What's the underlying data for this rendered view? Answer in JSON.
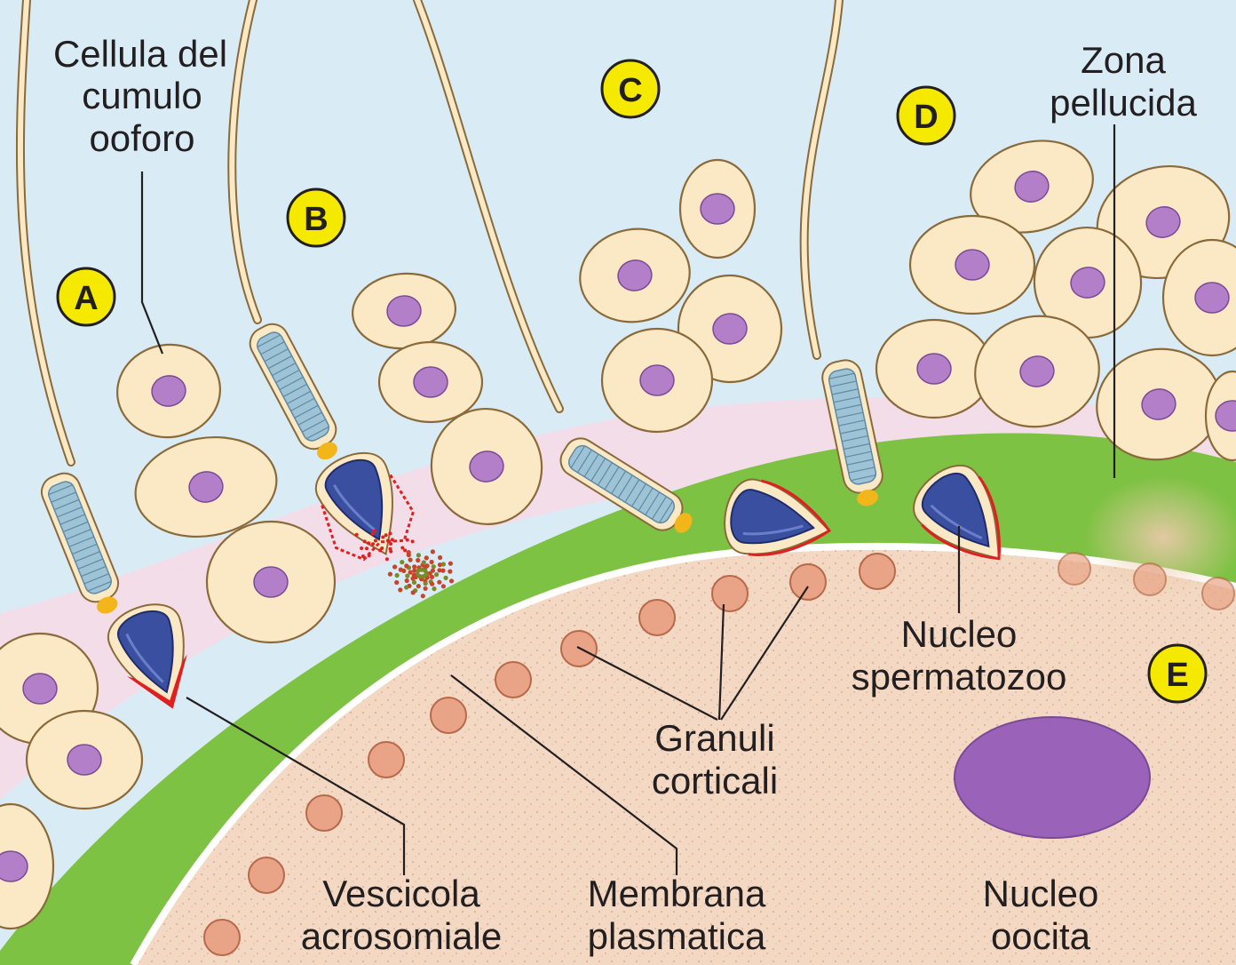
{
  "diagram": {
    "colors": {
      "background": "#d9ecf5",
      "zona_pellucida": "#7dc242",
      "oocyte": "#f3d9c3",
      "cell_fill": "#fbe9c6",
      "cell_stroke": "#8a6a3a",
      "cell_nucleus": "#b37fc8",
      "sperm_head": "#3a4fa0",
      "midpiece": "#9fc3d6",
      "acrosome_reaction": "#e02020",
      "cortical_granule": "#e9a487",
      "oocyte_nucleus": "#9a62b8",
      "badge": "#f5e900"
    },
    "stages": [
      {
        "id": "A",
        "label": "A"
      },
      {
        "id": "B",
        "label": "B"
      },
      {
        "id": "C",
        "label": "C"
      },
      {
        "id": "D",
        "label": "D"
      },
      {
        "id": "E",
        "label": "E"
      }
    ],
    "labels": {
      "cumulus_cell": [
        "Cellula del",
        "cumulo",
        "ooforo"
      ],
      "zona_pellucida": [
        "Zona",
        "pellucida"
      ],
      "sperm_nucleus": [
        "Nucleo",
        "spermatozoo"
      ],
      "cortical_granules": [
        "Granuli",
        "corticali"
      ],
      "acrosomal_vesicle": [
        "Vescicola",
        "acrosomiale"
      ],
      "plasma_membrane": [
        "Membrana",
        "plasmatica"
      ],
      "oocyte_nucleus": [
        "Nucleo",
        "oocita"
      ]
    }
  }
}
